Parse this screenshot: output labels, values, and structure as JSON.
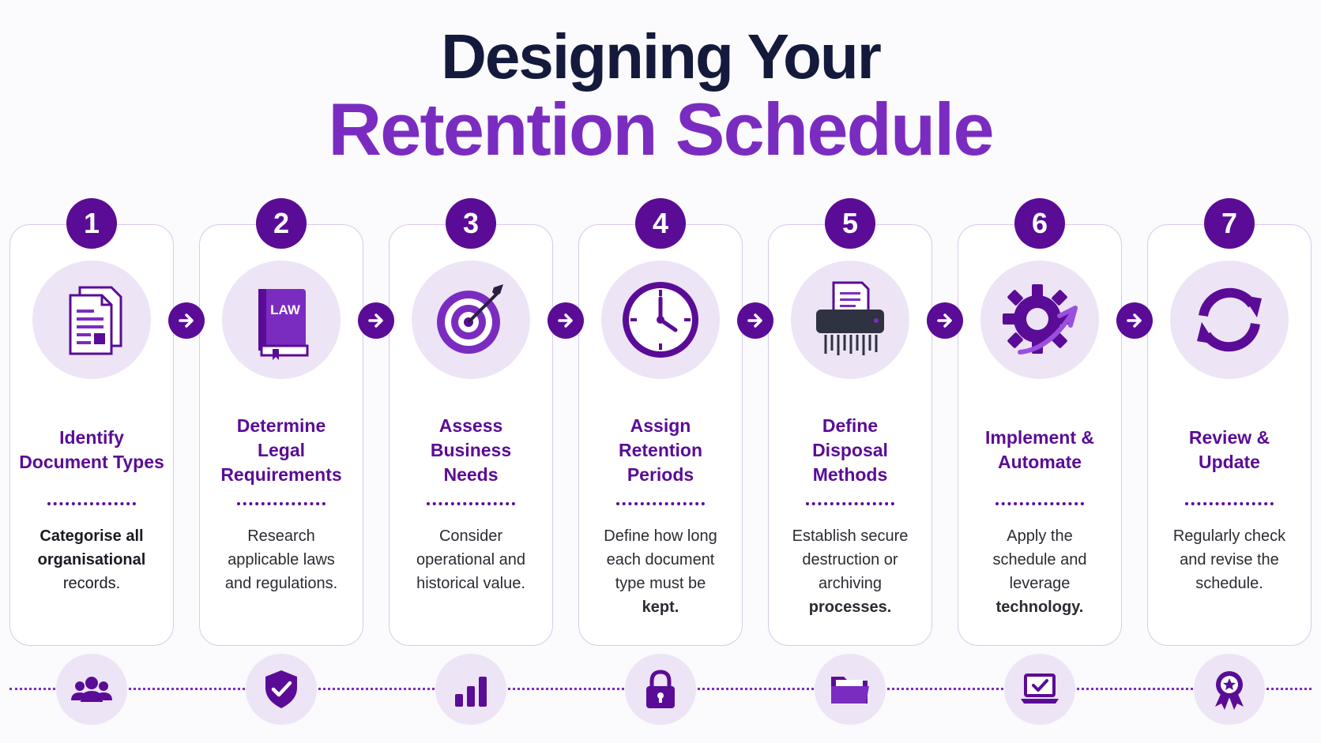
{
  "title": {
    "line1": "Designing Your",
    "line2": "Retention Schedule"
  },
  "colors": {
    "primary": "#5a0c96",
    "accent": "#7b2cc0",
    "title_dark": "#141a3b",
    "circle_bg": "#ede4f6"
  },
  "steps": [
    {
      "number": "1",
      "title_lines": [
        "Identify",
        "Document Types"
      ],
      "description_lines": [
        "Categorise all",
        "organisational",
        "records."
      ],
      "icon": "document-icon",
      "bottom_icon": "users-icon"
    },
    {
      "number": "2",
      "title_lines": [
        "Determine",
        "Legal",
        "Requirements"
      ],
      "description_lines": [
        "Research",
        "applicable laws",
        "and regulations."
      ],
      "icon": "law-book-icon",
      "icon_label": "LAW",
      "bottom_icon": "shield-check-icon"
    },
    {
      "number": "3",
      "title_lines": [
        "Assess",
        "Business",
        "Needs"
      ],
      "description_lines": [
        "Consider",
        "operational and",
        "historical value."
      ],
      "icon": "target-icon",
      "bottom_icon": "bar-chart-icon"
    },
    {
      "number": "4",
      "title_lines": [
        "Assign",
        "Retention",
        "Periods"
      ],
      "description_lines": [
        "Define how long",
        "each document",
        "type must be",
        "kept."
      ],
      "icon": "clock-icon",
      "bottom_icon": "lock-icon"
    },
    {
      "number": "5",
      "title_lines": [
        "Define",
        "Disposal",
        "Methods"
      ],
      "description_lines": [
        "Establish secure",
        "destruction or",
        "archiving",
        "processes."
      ],
      "icon": "shredder-icon",
      "bottom_icon": "folder-icon"
    },
    {
      "number": "6",
      "title_lines": [
        "Implement &",
        "Automate"
      ],
      "description_lines": [
        "Apply the",
        "schedule and",
        "leverage",
        "technology."
      ],
      "icon": "gear-icon",
      "bottom_icon": "laptop-check-icon"
    },
    {
      "number": "7",
      "title_lines": [
        "Review &",
        "Update"
      ],
      "description_lines": [
        "Regularly check",
        "and revise the",
        "schedule."
      ],
      "icon": "refresh-icon",
      "bottom_icon": "award-ribbon-icon"
    }
  ]
}
